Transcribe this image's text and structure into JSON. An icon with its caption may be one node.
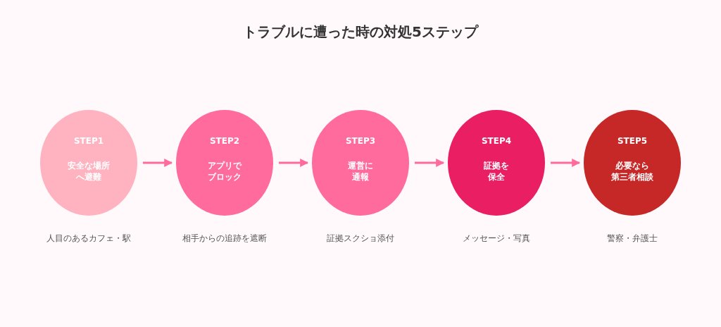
{
  "diagram": {
    "title": "トラブルに遭った時の対処5ステップ",
    "nodes": [
      {
        "text": [
          "STEP1",
          "安全な場所へ避難"
        ],
        "beside": [
          "人目のあるカフェ・駅"
        ]
      },
      {
        "text": [
          "STEP2",
          "アプリでブロック"
        ],
        "beside": [
          "相手からの追跡を遮断"
        ]
      },
      {
        "text": [
          "STEP3",
          "運営に通報"
        ],
        "beside": [
          "証拠スクショ添付"
        ]
      },
      {
        "text": [
          "STEP4",
          "証拠を保全"
        ],
        "beside": [
          "メッセージ・写真"
        ]
      },
      {
        "text": [
          "STEP5",
          "必要なら第三者相談"
        ],
        "beside": [
          "警察・弁護士"
        ]
      }
    ],
    "edges": [
      {
        "from": 0,
        "to": 1,
        "arrow": "to"
      },
      {
        "from": 1,
        "to": 2,
        "arrow": "to"
      },
      {
        "from": 2,
        "to": 3,
        "arrow": "to"
      },
      {
        "from": 3,
        "to": 4,
        "arrow": "to"
      }
    ]
  }
}
